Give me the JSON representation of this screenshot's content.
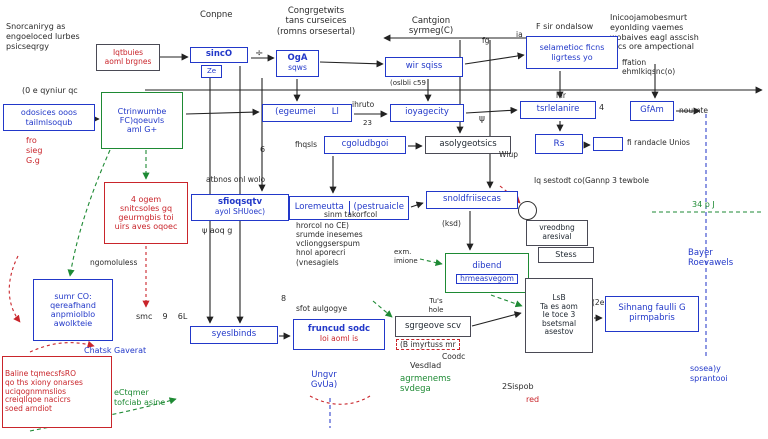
{
  "colors": {
    "blue": "#2238c9",
    "green": "#1e8a34",
    "red": "#c9252b",
    "ink": "#2a2a2a"
  },
  "labels": {
    "snorcaniryg": [
      "Snorcaniryg as",
      "engoeloced lurbes",
      "psicseqrgy"
    ],
    "conpne": "Conpne",
    "congrgetwits": [
      "Congrgetwits",
      "tans curseices",
      "(romns orsesertal)"
    ],
    "cantgion": [
      "Cantgion",
      "syrmeg(C)"
    ],
    "fsir": "F sir ondalsow",
    "inicoojam": [
      "Inicoojamobesmurt",
      "eyonlding vaemes",
      "wobaives eagl asscish",
      "vrcs ore ampectional"
    ],
    "ffatoon": [
      "ffation",
      "ehmlkiqsnc(o)"
    ],
    "iqtbuies": [
      "Iqtbuies",
      "aoml brgnes"
    ],
    "sinc0": "sincO",
    "ze": "Ze",
    "divide_glyph": "÷",
    "oga_1": "OgA",
    "oga_2": "sqws",
    "wir": "wir sqiss",
    "oslbli": "(oslbli c59",
    "ia": "ia",
    "fg": "fg",
    "selametioc": [
      "selametioc ficns",
      "ligrtess yo"
    ],
    "qyniur": "(0 e qyniur qc",
    "odosices": [
      "odosices ooos",
      "tailmlsoqub"
    ],
    "ctrinwumbe": [
      "Ctrinwumbe",
      "FC)qoeuvls",
      "aml G+"
    ],
    "egeumei": "(egeumei      Ll",
    "ihruto": "ihruto",
    "ioyagecity": "ioyagecity",
    "n23": "23",
    "hir": "hir",
    "tsrlelanire": "tsrlelanire",
    "gfam": "GfAm",
    "noumte": "noumte",
    "n4": "4",
    "n6": "6",
    "fhqsls": "fhqsls",
    "cgoludbgoi": "cgoludbgoi",
    "psi1": "ψ",
    "asolygeotsics": "asolygeotsics",
    "rs": "Rs",
    "randacle": "fi randacle Unios",
    "wlup": "Wlup",
    "frosieg": [
      "fro",
      "sieg",
      "G.g"
    ],
    "atbnos": "atbnos onl wolo",
    "iqsestodt": "Iq sestodt co(Gannp 3 tewbole",
    "ogem": [
      "4 ogem",
      "snitcsoles gq",
      "geurmgbis toi",
      "uirs aves oqoec"
    ],
    "sfioqsqtv": "sfioqsqtv",
    "ayol": "ayol SHUoec)",
    "loremeutta": "Loremeutta",
    "pestruaicle": "(pestruaicle",
    "snoldfriisecas": "snoldfriisecas",
    "ksd": "(ksd)",
    "vreodbng": [
      "vreodbng",
      "aresival"
    ],
    "stess": "Stess",
    "sinm": "sinm takorfcol",
    "hrorcol": [
      "hrorcol no CE)",
      "srumde inesemes",
      "vclionggserspum",
      "hnol aporecri",
      "(vnesagiels"
    ],
    "exm": [
      "exm.",
      "imione"
    ],
    "psirow": "ψ   aoq   g",
    "dibend": "dibend",
    "hrmeasvegom": "hrmeasvegom",
    "lsb": [
      "LsB",
      "Ta es  aom",
      "Ie toce 3",
      "bsetsmal",
      "asestov"
    ],
    "e2": "(2e",
    "sihnang": [
      "Sihnang faulli G",
      "pirmpabris"
    ],
    "bayer": [
      "Bayer",
      "Roevawels"
    ],
    "j34": "34 p J",
    "ngomoluless": "ngomoluless",
    "sumr": [
      "sumr CO:",
      "qereafhand",
      "anpmiolblo",
      "awolkteie"
    ],
    "smcrow": "smc    9    6L",
    "n8": "8",
    "syeslbinds": "syeslbinds",
    "sfot": "sfot aulgogye",
    "fruncud": "fruncud sodc",
    "ioi": "Ioi   aoml is",
    "tus": [
      "Tu's",
      "hole"
    ],
    "imyrtuss": "(B  imyrtuss  mr",
    "sgrgeove": "sgrgeove scv",
    "coodc": "Coodc",
    "vesdlad": "Vesdlad",
    "agrmenems": [
      "agrmenems",
      "svdega"
    ],
    "sispob": "2Sispob",
    "red_word": "red",
    "baline": [
      "Baline tqmecsfsRO",
      "qo ths xiony onarses",
      "uciqognmmslios",
      "creiqllqoe nacicrs",
      "soed arndiot"
    ],
    "chatsk": "Chatsk Gaverat",
    "ectqmer": [
      "eCtqmer",
      "tofciab asine"
    ],
    "ungvr": [
      "Ungvr",
      "GvUa)"
    ],
    "soseay": [
      "sosea)y",
      "sprantooi"
    ]
  }
}
